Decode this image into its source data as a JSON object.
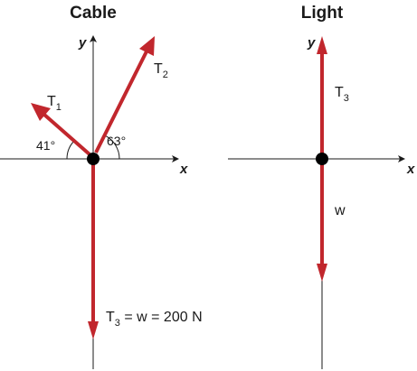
{
  "cable": {
    "title": "Cable",
    "x_axis": "x",
    "y_axis": "y",
    "t1": {
      "symbol": "T",
      "sub": "1"
    },
    "t2": {
      "symbol": "T",
      "sub": "2"
    },
    "t3": {
      "symbol": "T",
      "sub": "3",
      "rest": " = w = 200 N"
    },
    "angle_left": "41°",
    "angle_right": "63°"
  },
  "light": {
    "title": "Light",
    "x_axis": "x",
    "y_axis": "y",
    "t3": {
      "symbol": "T",
      "sub": "3"
    },
    "w": "w"
  },
  "colors": {
    "vector": "#c1272d",
    "axis": "#1a1a1a"
  }
}
